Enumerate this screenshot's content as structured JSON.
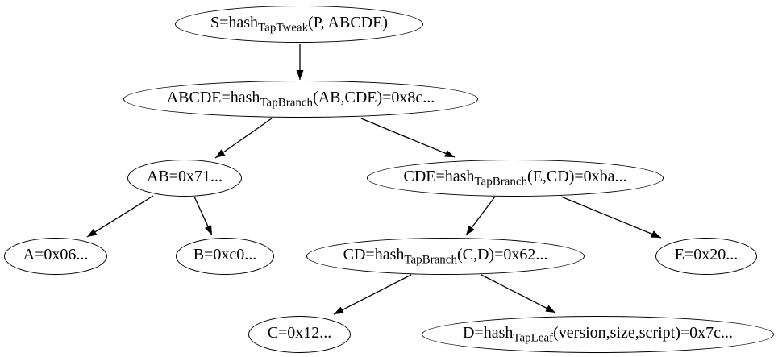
{
  "diagram": {
    "type": "tree",
    "description_colors": {
      "background": "#ffffff",
      "node_fill": "#ffffff",
      "node_stroke": "#000000",
      "edge_stroke": "#000000",
      "text": "#000000"
    }
  },
  "nodes": [
    {
      "id": "S",
      "prefix": "S=hash",
      "sub": "TapTweak",
      "suffix": "(P, ABCDE)"
    },
    {
      "id": "ABCDE",
      "prefix": "ABCDE=hash",
      "sub": "TapBranch",
      "suffix": "(AB,CDE)=0x8c..."
    },
    {
      "id": "AB",
      "prefix": "AB=0x71...",
      "sub": "",
      "suffix": ""
    },
    {
      "id": "CDE",
      "prefix": "CDE=hash",
      "sub": "TapBranch",
      "suffix": "(E,CD)=0xba..."
    },
    {
      "id": "A",
      "prefix": "A=0x06...",
      "sub": "",
      "suffix": ""
    },
    {
      "id": "B",
      "prefix": "B=0xc0...",
      "sub": "",
      "suffix": ""
    },
    {
      "id": "CD",
      "prefix": "CD=hash",
      "sub": "TapBranch",
      "suffix": "(C,D)=0x62..."
    },
    {
      "id": "E",
      "prefix": "E=0x20...",
      "sub": "",
      "suffix": ""
    },
    {
      "id": "C",
      "prefix": "C=0x12...",
      "sub": "",
      "suffix": ""
    },
    {
      "id": "D",
      "prefix": "D=hash",
      "sub": "TapLeaf",
      "suffix": "(version,size,script)=0x7c..."
    }
  ],
  "edges": [
    {
      "from": "S",
      "to": "ABCDE"
    },
    {
      "from": "ABCDE",
      "to": "AB"
    },
    {
      "from": "ABCDE",
      "to": "CDE"
    },
    {
      "from": "AB",
      "to": "A"
    },
    {
      "from": "AB",
      "to": "B"
    },
    {
      "from": "CDE",
      "to": "CD"
    },
    {
      "from": "CDE",
      "to": "E"
    },
    {
      "from": "CD",
      "to": "C"
    },
    {
      "from": "CD",
      "to": "D"
    }
  ]
}
